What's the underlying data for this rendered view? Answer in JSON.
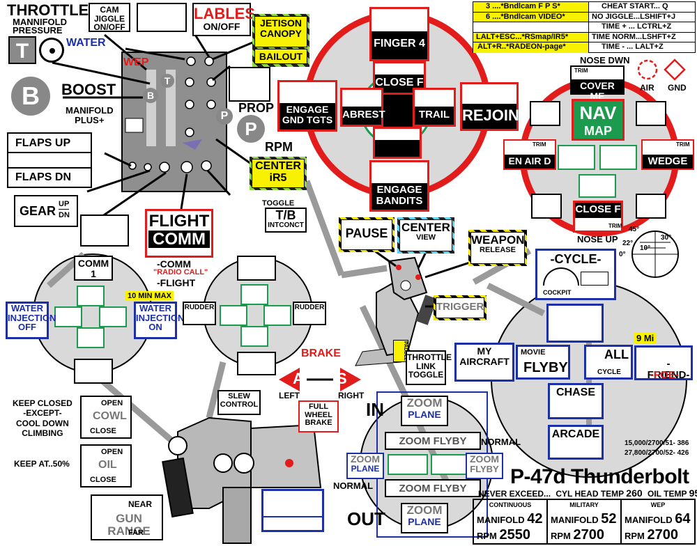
{
  "throttle": {
    "title": "THROTTLE",
    "subtitle1": "MANNIFOLD",
    "subtitle2": "PRESSURE",
    "t_letter": "T",
    "water": "WATER",
    "cam_jiggle": "CAM\nJIGGLE\nON/OFF",
    "lables": "LABLES",
    "lables_sub": "ON/OFF",
    "jetison": "JETISON\nCANOPY",
    "bailout": "BAILOUT",
    "wep": "WEP",
    "b_letter": "B",
    "boost": "BOOST",
    "manifold_plus": "MANIFOLD\nPLUS+",
    "prop": "PROP",
    "p_letter": "P",
    "rpm": "RPM",
    "flaps_up": "FLAPS UP",
    "flaps_dn": "FLAPS DN",
    "gear": "GEAR",
    "gear_up": "UP",
    "gear_dn": "DN",
    "center_ir5": "CENTER\niR5",
    "toggle_ti": "TOGGLE",
    "toggle_tb": "T/B",
    "toggle_int": "INTCONCT",
    "flight": "FLIGHT",
    "comm": "COMM",
    "comm_note1": "-COMM",
    "comm_note2": "\"RADIO CALL\"",
    "comm_note3": "-FLIGHT"
  },
  "hat_left": {
    "comm1": "COMM\n1",
    "max": "10 MIN MAX",
    "water_off": "WATER\nINJECTION\nOFF",
    "water_on": "WATER\nINJECTION\nON"
  },
  "hat_mid": {
    "rudder_l": "RUDDER",
    "rudder_r": "RUDDER"
  },
  "brake": {
    "label": "BRAKE",
    "a": "A",
    "s": "S",
    "left": "LEFT",
    "right": "RIGHT"
  },
  "bottom_left": {
    "keep_closed": "KEEP CLOSED\n-EXCEPT-\nCOOL DOWN\nCLIMBING",
    "keep_at": "KEEP AT..50%",
    "cowl_open": "OPEN",
    "cowl": "COWL",
    "cowl_close": "CLOSE",
    "oil_open": "OPEN",
    "oil": "OIL",
    "oil_close": "CLOSE",
    "near": "NEAR",
    "gun_range": "GUN RANGE",
    "far": "FAR",
    "slew": "SLEW\nCONTROL",
    "full_wheel": "FULL\nWHEEL\nBRAKE"
  },
  "radial": {
    "finger4": "FINGER 4",
    "close_f": "CLOSE F",
    "abrest": "ABREST",
    "trail": "TRAIL",
    "rejoin": "REJOIN",
    "engage_gnd": "ENGAGE\nGND TGTS",
    "engage_bandits": "ENGAGE\nBANDITS"
  },
  "cheats": {
    "rows": [
      [
        "3 ....*Bndlcam F P S*",
        "CHEAT START... Q"
      ],
      [
        "6 ....*Bndlcam VIDEO*",
        "NO JIGGLE...LSHIFT+J"
      ],
      [
        "",
        "TIME + ... LCTRL+Z"
      ],
      [
        "LALT+ESC...*RSmap/IR5*",
        "TIME NORM...LSHFT+Z"
      ],
      [
        "ALT+R..*RADEON-page*",
        "TIME - ... LALT+Z"
      ]
    ]
  },
  "trim": {
    "nose_dwn": "NOSE DWN",
    "trim": "TRIM",
    "cover_me": "COVER ME",
    "air": "AIR",
    "gnd": "GND",
    "nav": "NAV",
    "map": "MAP",
    "en_air_d": "EN AIR D",
    "wedge": "WEDGE",
    "close_f": "CLOSE F",
    "nose_up": "NOSE UP",
    "deg45": "45°",
    "deg30": "30°",
    "deg22": "22°",
    "deg10": "10°",
    "deg0": "0°"
  },
  "stick": {
    "pause": "PAUSE",
    "center": "CENTER",
    "view": "VIEW",
    "weapon": "WEAPON",
    "release": "RELEASE",
    "trigger": "TRIGGER",
    "paddle": "PADDLE",
    "throttle_link": "THROTTLE\nLINK\nTOGGLE"
  },
  "views": {
    "cycle": "-CYCLE-",
    "cockpit": "COCKPIT",
    "nine_mi": "9 Mi",
    "my_aircraft": "MY\nAIRCRAFT",
    "movie": "MOVIE",
    "flyby": "FLYBY",
    "all": "ALL",
    "cycle2": "CYCLE",
    "friend": "-FRIEND-",
    "foe": "-FOE-",
    "chase": "CHASE",
    "arcade": "ARCADE"
  },
  "zoom": {
    "in": "IN",
    "out": "OUT",
    "zoom": "ZOOM",
    "plane": "PLANE",
    "zoom_flyby": "ZOOM FLYBY",
    "normal": "NORMAL",
    "flyby": "FLYBY"
  },
  "specs": {
    "note1": "15,000/2700/51- 386",
    "note2": "27,800/2700/52- 426",
    "aircraft": "P-47d Thunderbolt",
    "never": "NEVER EXCEED...",
    "cyl": "CYL HEAD TEMP",
    "cyl_val": "260",
    "oil": "OIL TEMP",
    "oil_val": "95",
    "continuous": "CONTINUOUS",
    "military": "MILITARY",
    "wep": "WEP",
    "manifold": "MANIFOLD",
    "rpm": "RPM",
    "cont_man": "42",
    "cont_rpm": "2550",
    "mil_man": "52",
    "mil_rpm": "2700",
    "wep_man": "64",
    "wep_rpm": "2700"
  },
  "colors": {
    "red": "#e21b1b",
    "green": "#1c9a4e",
    "blue": "#1b2fa8",
    "yellow": "#f8f200",
    "purple": "#7a6fb4"
  }
}
